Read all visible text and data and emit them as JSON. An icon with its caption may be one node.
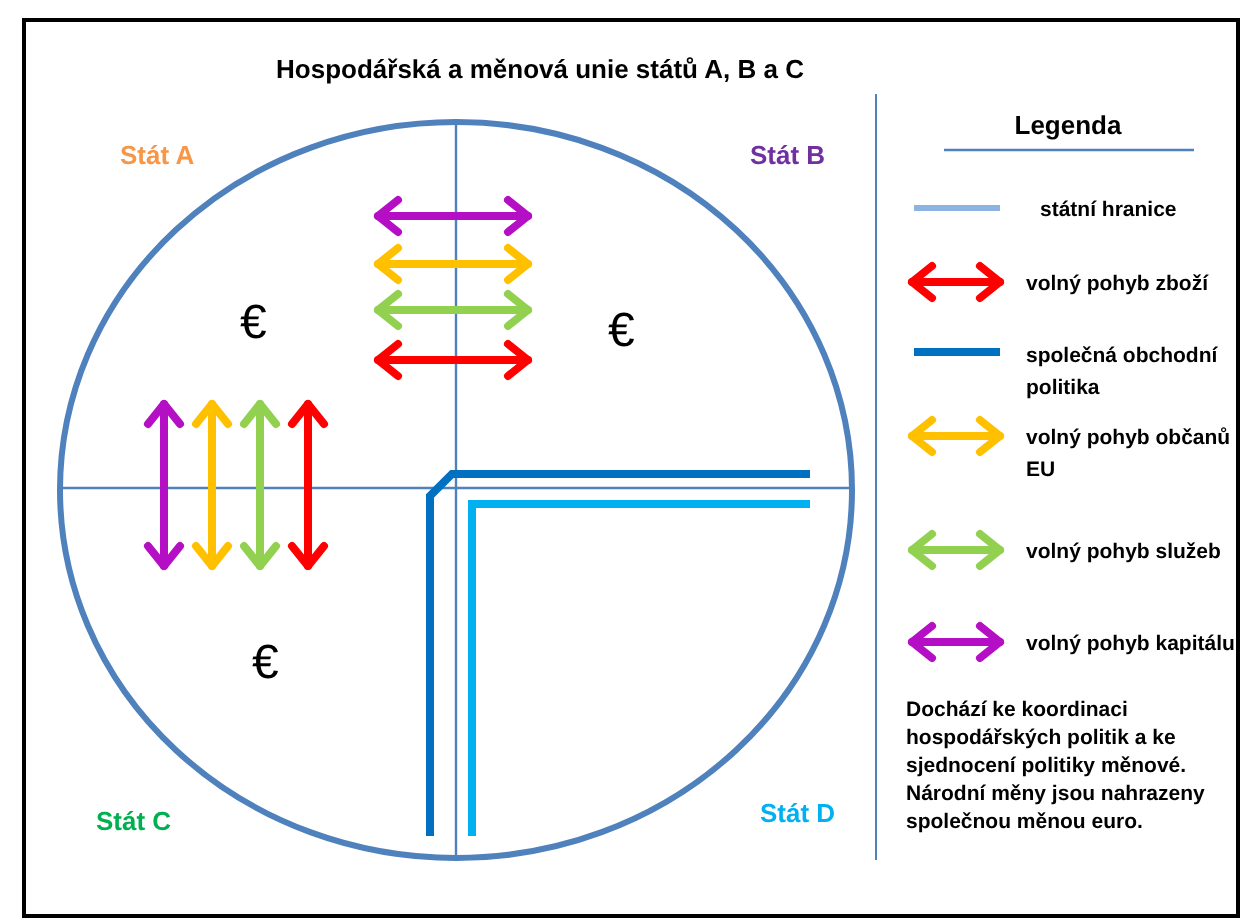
{
  "diagram": {
    "title": "Hospodářská a měnová unie států A, B a C",
    "labels": [
      "Stát A",
      "Stát B",
      "€",
      "€",
      "€",
      "Stát C",
      "Stát D",
      "Dochází ke koordinaci hospodářských politik a ke sjednocení politiky měnové. Národní měny jsou nahrazeny společnou měnou euro."
    ],
    "legend": [
      {
        "text": "Legenda"
      },
      {
        "text": "státní hranice"
      },
      {
        "text": "volný pohyb zboží"
      },
      {
        "text": "společná obchodní politika"
      },
      {
        "text": "volný pohyb občanů EU"
      },
      {
        "text": "volný pohyb služeb"
      },
      {
        "text": "volný pohyb kapitálu"
      }
    ]
  }
}
